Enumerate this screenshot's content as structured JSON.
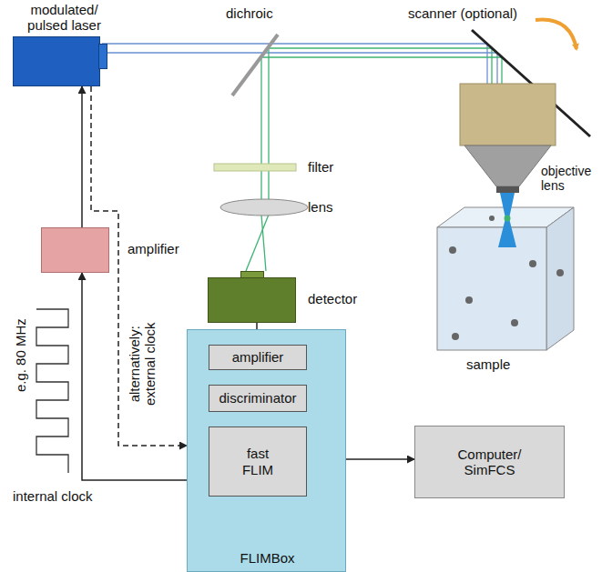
{
  "diagram": {
    "nodes": [
      {
        "text": [
          "modulated/ pulsed laser"
        ]
      },
      {
        "text": [
          "amplifier"
        ]
      },
      {
        "text": [
          "detector"
        ]
      },
      {
        "text": [
          "FLIMBox"
        ]
      },
      {
        "text": [
          "amplifier"
        ],
        "in": 3
      },
      {
        "text": [
          "discriminator"
        ],
        "in": 3
      },
      {
        "text": [
          "fast FLIM"
        ],
        "in": 3
      },
      {
        "text": [
          "Computer/ SimFCS"
        ]
      }
    ],
    "edges": [
      {
        "from": 1,
        "to": 0,
        "arrow": "to"
      },
      {
        "from": 0,
        "to": 3,
        "label": "alternatively: external clock",
        "arrow": "to"
      },
      {
        "from": 2,
        "to": 4,
        "arrow": "to"
      },
      {
        "from": 4,
        "to": 5,
        "arrow": "to"
      },
      {
        "from": 5,
        "to": 6,
        "arrow": "to"
      },
      {
        "from": 6,
        "to": 7,
        "arrow": "to"
      },
      {
        "from": 6,
        "to": 1,
        "label": "internal clock",
        "arrow": "to"
      }
    ],
    "labels": [
      "dichroic",
      "scanner (optional)",
      "filter",
      "lens",
      "objective lens",
      "sample",
      "e.g. 80 MHz"
    ]
  }
}
